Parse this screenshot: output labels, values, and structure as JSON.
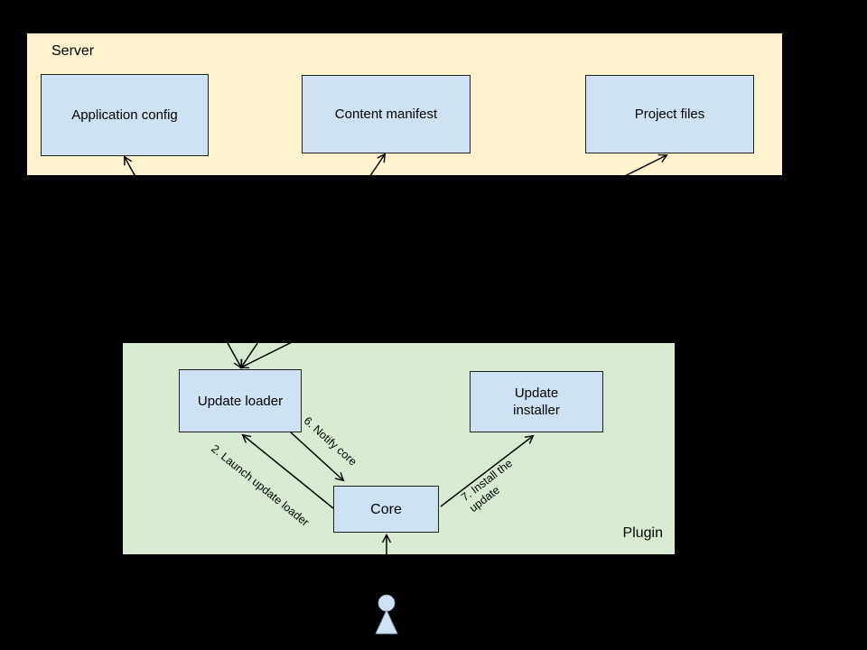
{
  "regions": {
    "server": {
      "label": "Server"
    },
    "plugin": {
      "label": "Plugin"
    }
  },
  "nodes": {
    "application_config": {
      "label": "Application config"
    },
    "content_manifest": {
      "label": "Content manifest"
    },
    "project_files": {
      "label": "Project files"
    },
    "update_loader": {
      "label": "Update loader"
    },
    "update_installer": {
      "label": "Update\ninstaller"
    },
    "core": {
      "label": "Core"
    }
  },
  "edges": {
    "launch_update_loader": {
      "label": "2. Launch update loader"
    },
    "notify_core": {
      "label": "6. Notify core"
    },
    "install_update": {
      "label": "7. Install the\nupdate"
    }
  },
  "actor": {
    "name": "user"
  },
  "colors": {
    "background": "#000000",
    "server_region_fill": "#fff2cc",
    "plugin_region_fill": "#d9ead3",
    "node_fill": "#cfe2f3",
    "node_border": "#222222",
    "connector_stroke": "#000000",
    "text": "#000000"
  }
}
